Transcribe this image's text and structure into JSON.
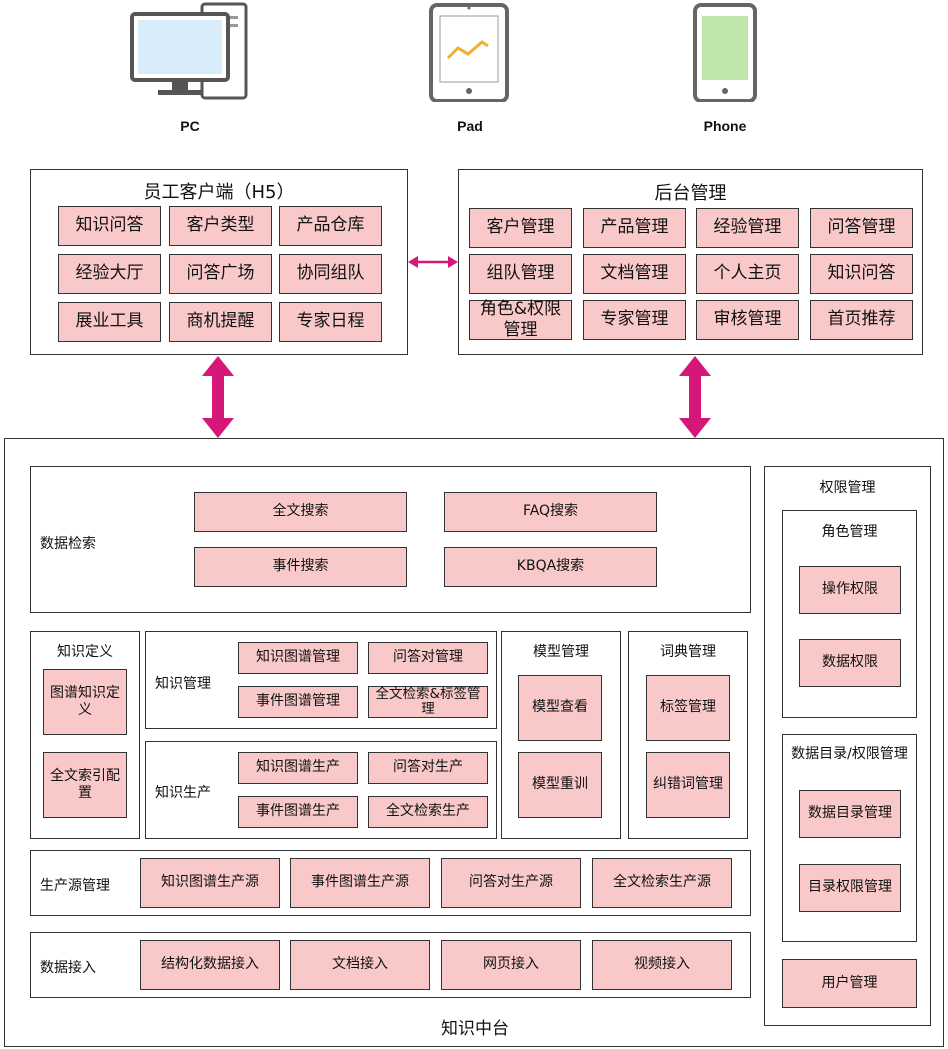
{
  "devices": [
    {
      "label": "PC",
      "icon": "desktop-computer-icon"
    },
    {
      "label": "Pad",
      "icon": "tablet-icon"
    },
    {
      "label": "Phone",
      "icon": "phone-icon"
    }
  ],
  "client": {
    "title": "员工客户端（H5）",
    "items": [
      "知识问答",
      "客户类型",
      "产品仓库",
      "经验大厅",
      "问答广场",
      "协同组队",
      "展业工具",
      "商机提醒",
      "专家日程"
    ]
  },
  "admin": {
    "title": "后台管理",
    "items": [
      "客户管理",
      "产品管理",
      "经验管理",
      "问答管理",
      "组队管理",
      "文档管理",
      "个人主页",
      "知识问答",
      "角色&权限管理",
      "专家管理",
      "审核管理",
      "首页推荐"
    ]
  },
  "platform": {
    "title": "知识中台",
    "search": {
      "label": "数据检索",
      "items": [
        "全文搜索",
        "FAQ搜索",
        "事件搜索",
        "KBQA搜索"
      ]
    },
    "definition": {
      "label": "知识定义",
      "items": [
        "图谱知识定义",
        "全文索引配置"
      ]
    },
    "management": {
      "label": "知识管理",
      "items": [
        "知识图谱管理",
        "问答对管理",
        "事件图谱管理",
        "全文检索&标签管理"
      ]
    },
    "production": {
      "label": "知识生产",
      "items": [
        "知识图谱生产",
        "问答对生产",
        "事件图谱生产",
        "全文检索生产"
      ]
    },
    "model": {
      "label": "模型管理",
      "items": [
        "模型查看",
        "模型重训"
      ]
    },
    "dictionary": {
      "label": "词典管理",
      "items": [
        "标签管理",
        "纠错词管理"
      ]
    },
    "source": {
      "label": "生产源管理",
      "items": [
        "知识图谱生产源",
        "事件图谱生产源",
        "问答对生产源",
        "全文检索生产源"
      ]
    },
    "ingest": {
      "label": "数据接入",
      "items": [
        "结构化数据接入",
        "文档接入",
        "网页接入",
        "视频接入"
      ]
    },
    "permission": {
      "label": "权限管理",
      "role": {
        "label": "角色管理",
        "items": [
          "操作权限",
          "数据权限"
        ]
      },
      "catalog": {
        "label": "数据目录/权限管理",
        "items": [
          "数据目录管理",
          "目录权限管理"
        ]
      },
      "user": "用户管理"
    }
  },
  "colors": {
    "box_fill": "#f9c9c9",
    "arrow": "#d6177a",
    "border": "#333333"
  }
}
